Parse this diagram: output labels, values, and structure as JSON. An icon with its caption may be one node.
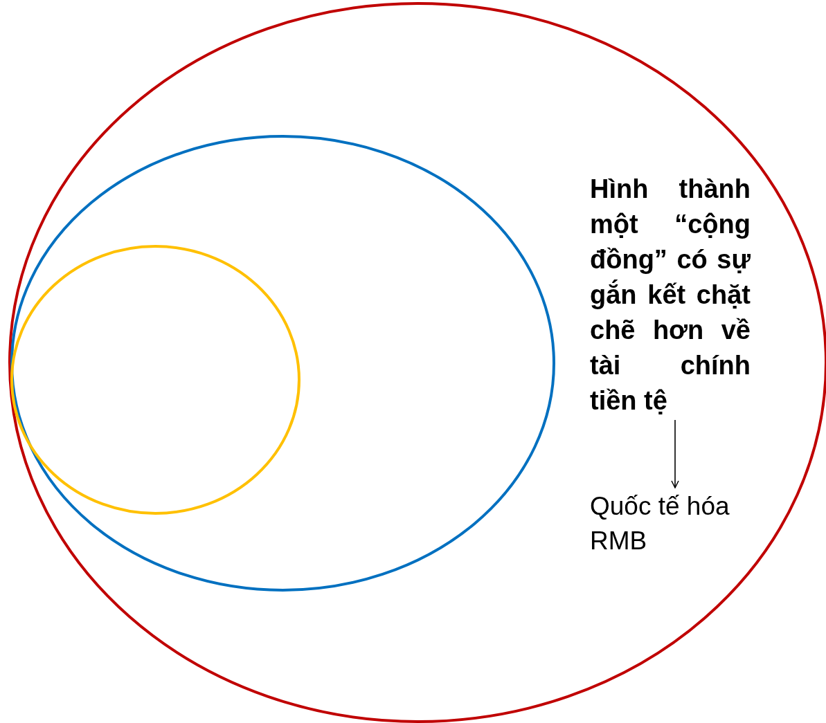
{
  "diagram": {
    "nodes": [
      {
        "text": [],
        "shape": "circle"
      },
      {
        "text": [],
        "shape": "circle",
        "in": 0
      },
      {
        "text": [],
        "shape": "circle",
        "in": 1
      },
      {
        "text": [
          "Hình thành một “cộng đồng” có sự gắn kết chặt chẽ hơn về tài chính tiền tệ"
        ],
        "in": 0
      },
      {
        "text": [
          "Quốc tế hóa RMB"
        ],
        "in": 0
      }
    ],
    "edges": [
      {
        "from": 3,
        "to": 4,
        "arrow": "to"
      }
    ]
  }
}
